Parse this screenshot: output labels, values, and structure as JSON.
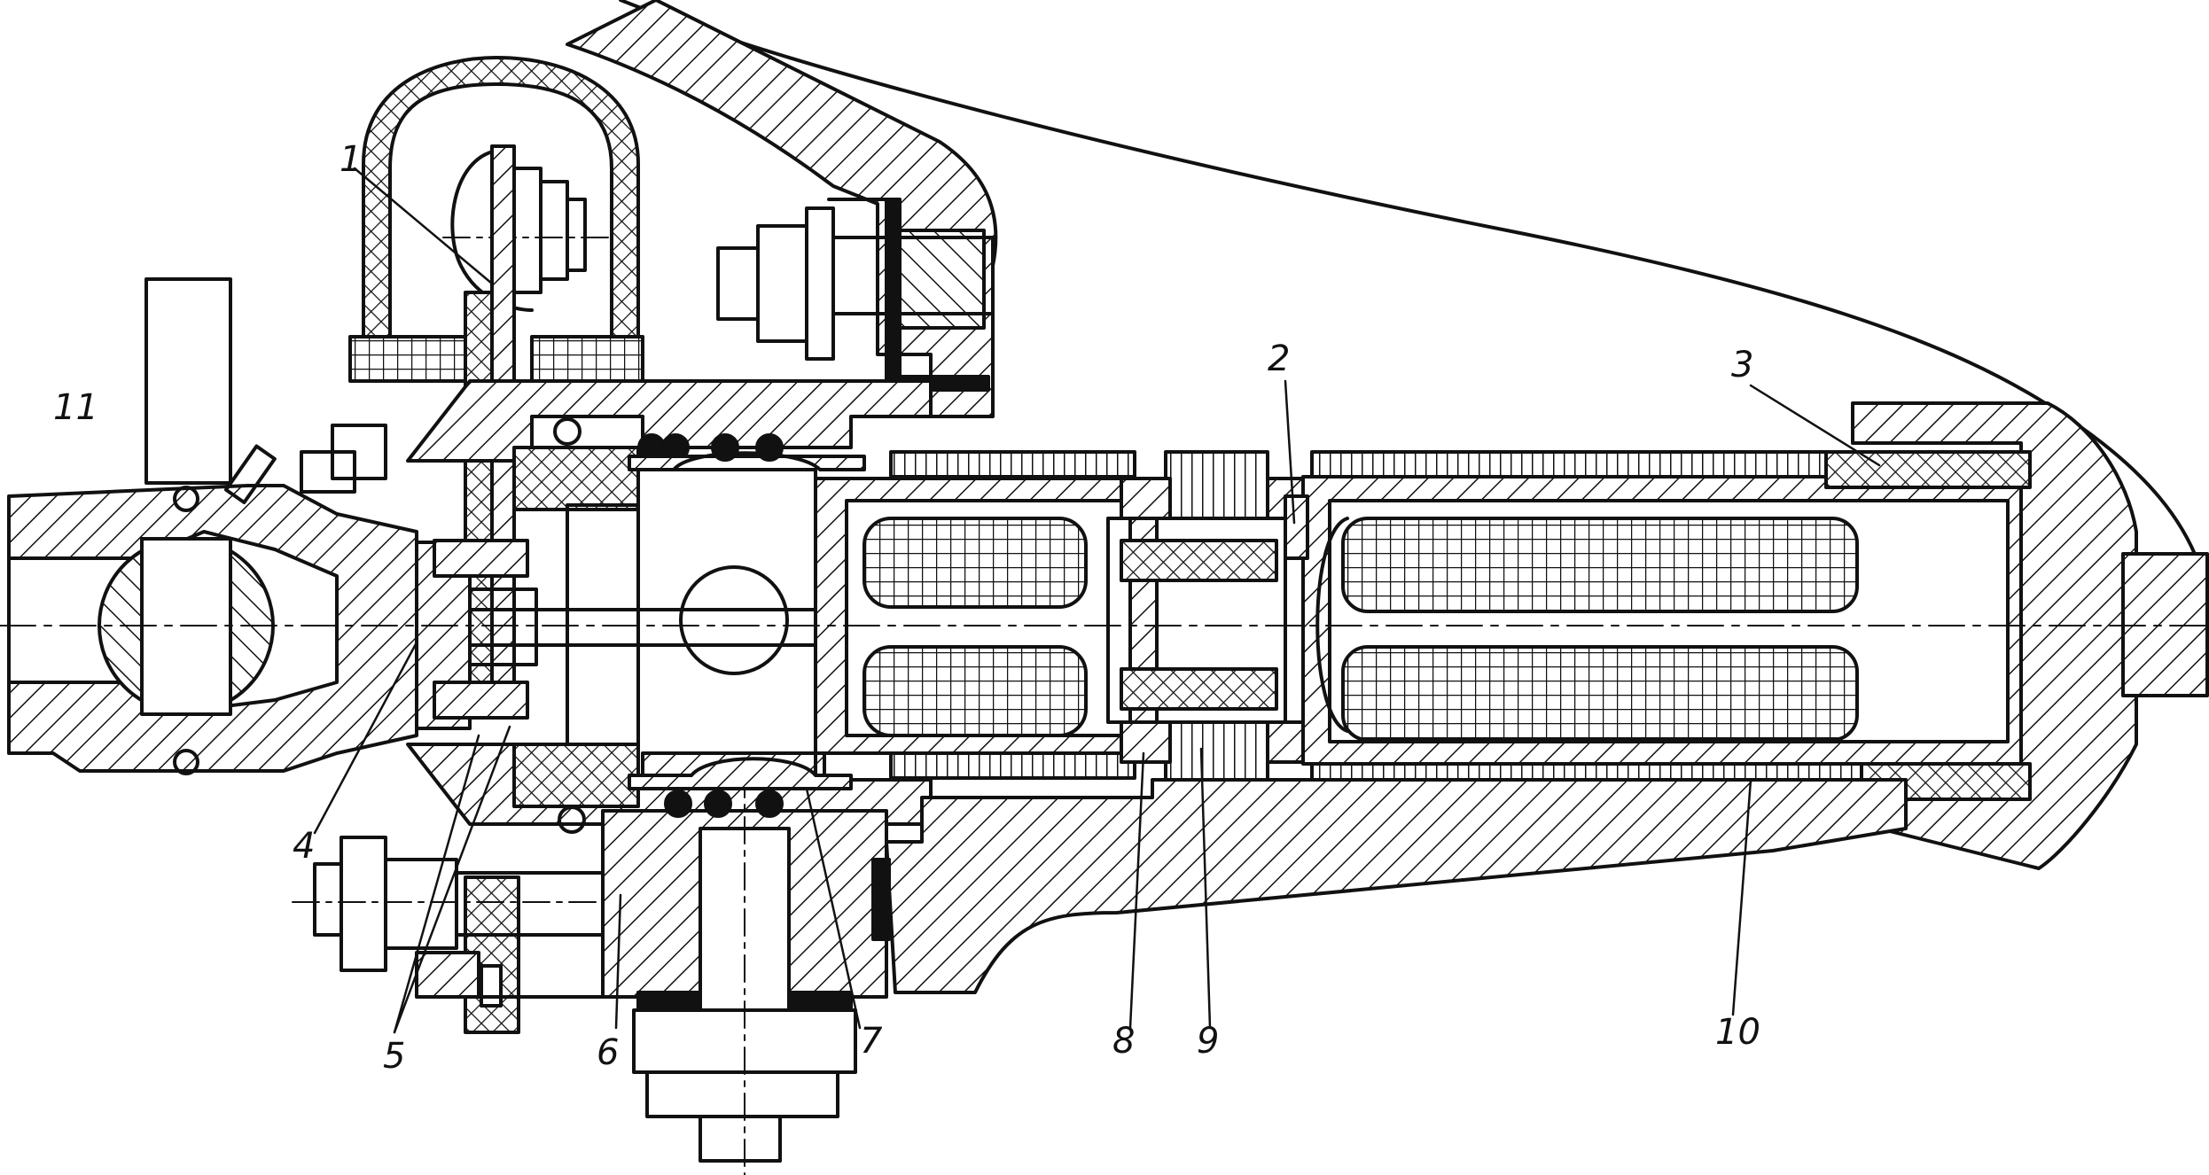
{
  "callouts": {
    "c1": "1",
    "c2": "2",
    "c3": "3",
    "c4": "4",
    "c5": "5",
    "c6": "6",
    "c7": "7",
    "c8": "8",
    "c9": "9",
    "c10": "10",
    "c11": "11"
  },
  "colors": {
    "ink": "#111111",
    "paper": "#ffffff"
  },
  "patterns": [
    "diagonal-hatch",
    "cross-hatch",
    "square-grid",
    "solid-seal"
  ]
}
